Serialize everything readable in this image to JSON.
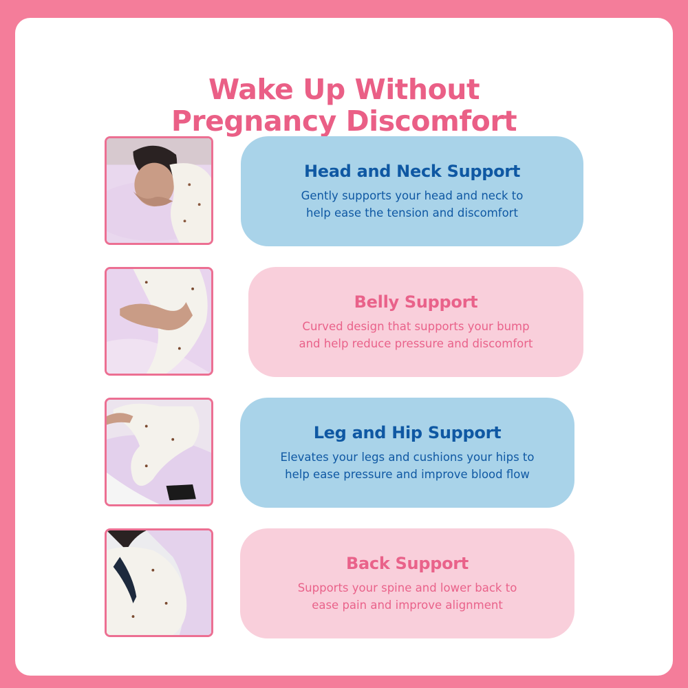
{
  "page": {
    "title_line1": "Wake Up Without",
    "title_line2": "Pregnancy Discomfort",
    "colors": {
      "frame": "#f47d9a",
      "title": "#ea5f86",
      "blue_pill": "#a9d3e9",
      "blue_text": "#0f58a3",
      "pink_pill": "#f9cfdb",
      "pink_text": "#e9628a"
    }
  },
  "features": [
    {
      "heading": "Head and Neck Support",
      "line1": "Gently supports your head and neck to",
      "line2": "help ease the tension and discomfort",
      "photo": "woman-sleeping-on-pillow-photo"
    },
    {
      "heading": "Belly Support",
      "line1": "Curved design that supports your bump",
      "line2": "and help reduce pressure and discomfort",
      "photo": "hand-resting-on-pillow-photo"
    },
    {
      "heading": "Leg and Hip Support",
      "line1": "Elevates your legs and cushions your hips to",
      "line2": "help ease pressure and improve blood flow",
      "photo": "legs-on-pillow-photo"
    },
    {
      "heading": "Back Support",
      "line1": "Supports your spine and lower back to",
      "line2": "ease pain and improve alignment",
      "photo": "back-against-pillow-photo"
    }
  ]
}
